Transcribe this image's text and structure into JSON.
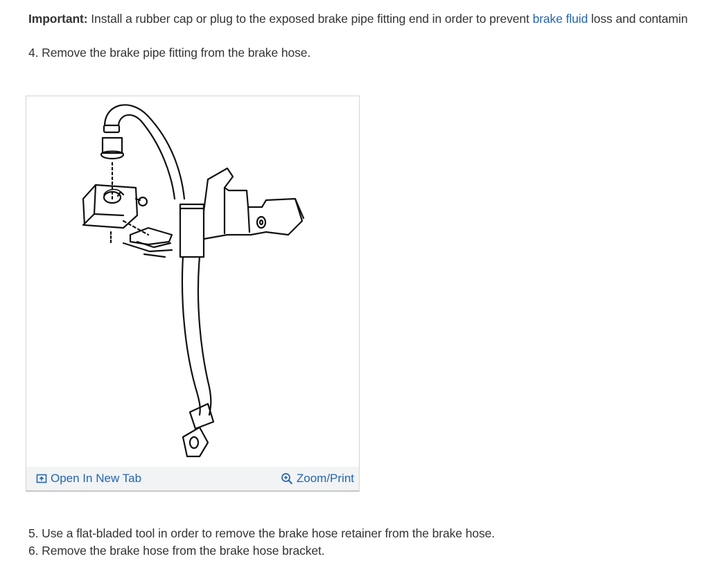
{
  "important_note": {
    "label": "Important:",
    "text_before_link": " Install a rubber cap or plug to the exposed brake pipe fitting end in order to prevent ",
    "link_text": "brake fluid",
    "text_after_link": " loss and contamin"
  },
  "steps": [
    "4. Remove the brake pipe fitting from the brake hose.",
    "5. Use a flat-bladed tool in order to remove the brake hose retainer from the brake hose.",
    "6. Remove the brake hose from the brake hose bracket."
  ],
  "figure": {
    "open_tab_label": "Open In New Tab",
    "open_tab_icon": "open-in-new-tab-icon",
    "zoom_label": "Zoom/Print",
    "zoom_icon": "zoom-in-icon"
  },
  "colors": {
    "link": "#2565ae",
    "text": "#333333",
    "toolbar_bg": "#f1f3f5"
  }
}
